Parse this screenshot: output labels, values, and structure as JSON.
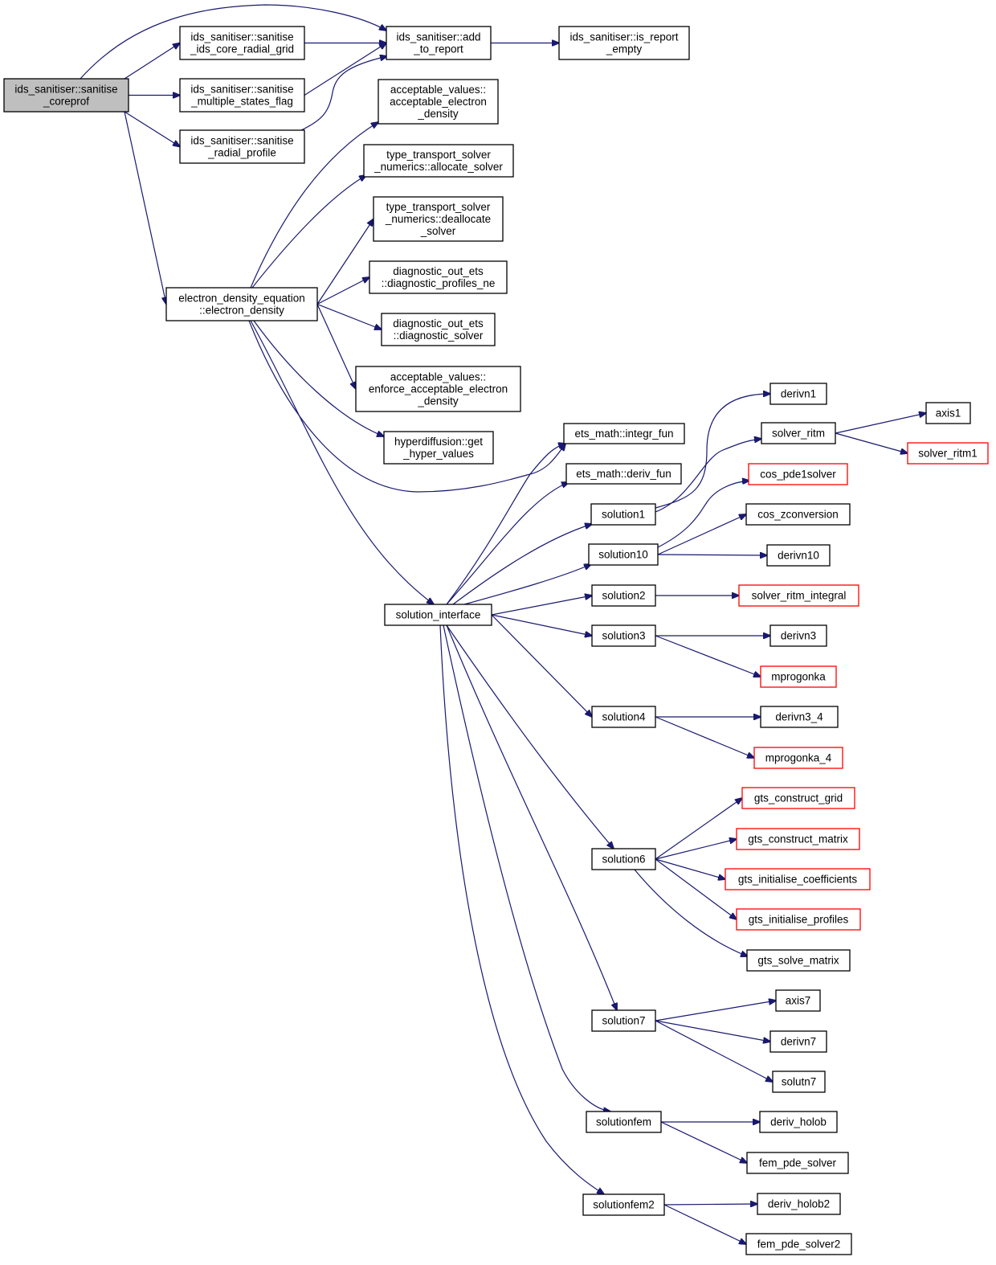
{
  "colors": {
    "edge": "#191970",
    "root_fill": "#bfbfbf",
    "external_border": "#ff0000",
    "node_border": "#000000"
  },
  "nodes": {
    "root": {
      "lines": [
        "ids_sanitiser::sanitise",
        "_coreprof"
      ]
    },
    "n_grid": {
      "lines": [
        "ids_sanitiser::sanitise",
        "_ids_core_radial_grid"
      ]
    },
    "n_multi": {
      "lines": [
        "ids_sanitiser::sanitise",
        "_multiple_states_flag"
      ]
    },
    "n_radprof": {
      "lines": [
        "ids_sanitiser::sanitise",
        "_radial_profile"
      ]
    },
    "n_add": {
      "lines": [
        "ids_sanitiser::add",
        "_to_report"
      ]
    },
    "n_empty": {
      "lines": [
        "ids_sanitiser::is_report",
        "_empty"
      ]
    },
    "n_accdens": {
      "lines": [
        "acceptable_values::",
        "acceptable_electron",
        "_density"
      ]
    },
    "n_alloc": {
      "lines": [
        "type_transport_solver",
        "_numerics::allocate_solver"
      ]
    },
    "n_dealloc": {
      "lines": [
        "type_transport_solver",
        "_numerics::deallocate",
        "_solver"
      ]
    },
    "n_diagprof": {
      "lines": [
        "diagnostic_out_ets",
        "::diagnostic_profiles_ne"
      ]
    },
    "n_diagsolv": {
      "lines": [
        "diagnostic_out_ets",
        "::diagnostic_solver"
      ]
    },
    "n_enforce": {
      "lines": [
        "acceptable_values::",
        "enforce_acceptable_electron",
        "_density"
      ]
    },
    "n_hyper": {
      "lines": [
        "hyperdiffusion::get",
        "_hyper_values"
      ]
    },
    "n_eldens": {
      "lines": [
        "electron_density_equation",
        "::electron_density"
      ]
    },
    "n_integr": {
      "lines": [
        "ets_math::integr_fun"
      ]
    },
    "n_derivfun": {
      "lines": [
        "ets_math::deriv_fun"
      ]
    },
    "n_solint": {
      "lines": [
        "solution_interface"
      ]
    },
    "n_sol1": {
      "lines": [
        "solution1"
      ]
    },
    "n_sol10": {
      "lines": [
        "solution10"
      ]
    },
    "n_sol2": {
      "lines": [
        "solution2"
      ]
    },
    "n_sol3": {
      "lines": [
        "solution3"
      ]
    },
    "n_sol4": {
      "lines": [
        "solution4"
      ]
    },
    "n_sol6": {
      "lines": [
        "solution6"
      ]
    },
    "n_sol7": {
      "lines": [
        "solution7"
      ]
    },
    "n_solfem": {
      "lines": [
        "solutionfem"
      ]
    },
    "n_solfem2": {
      "lines": [
        "solutionfem2"
      ]
    },
    "n_derivn1": {
      "lines": [
        "derivn1"
      ]
    },
    "n_ritm": {
      "lines": [
        "solver_ritm"
      ]
    },
    "n_axis1": {
      "lines": [
        "axis1"
      ]
    },
    "n_ritm1": {
      "lines": [
        "solver_ritm1"
      ]
    },
    "n_cospde": {
      "lines": [
        "cos_pde1solver"
      ]
    },
    "n_cosz": {
      "lines": [
        "cos_zconversion"
      ]
    },
    "n_derivn10": {
      "lines": [
        "derivn10"
      ]
    },
    "n_ritmint": {
      "lines": [
        "solver_ritm_integral"
      ]
    },
    "n_derivn3": {
      "lines": [
        "derivn3"
      ]
    },
    "n_mprog": {
      "lines": [
        "mprogonka"
      ]
    },
    "n_derivn34": {
      "lines": [
        "derivn3_4"
      ]
    },
    "n_mprog4": {
      "lines": [
        "mprogonka_4"
      ]
    },
    "n_gtsgrid": {
      "lines": [
        "gts_construct_grid"
      ]
    },
    "n_gtsmat": {
      "lines": [
        "gts_construct_matrix"
      ]
    },
    "n_gtscoef": {
      "lines": [
        "gts_initialise_coefficients"
      ]
    },
    "n_gtsprof": {
      "lines": [
        "gts_initialise_profiles"
      ]
    },
    "n_gtssolve": {
      "lines": [
        "gts_solve_matrix"
      ]
    },
    "n_axis7": {
      "lines": [
        "axis7"
      ]
    },
    "n_derivn7": {
      "lines": [
        "derivn7"
      ]
    },
    "n_solutn7": {
      "lines": [
        "solutn7"
      ]
    },
    "n_holob": {
      "lines": [
        "deriv_holob"
      ]
    },
    "n_fem": {
      "lines": [
        "fem_pde_solver"
      ]
    },
    "n_holob2": {
      "lines": [
        "deriv_holob2"
      ]
    },
    "n_fem2": {
      "lines": [
        "fem_pde_solver2"
      ]
    }
  },
  "edges": [
    [
      "root",
      "n_add"
    ],
    [
      "root",
      "n_grid"
    ],
    [
      "root",
      "n_multi"
    ],
    [
      "root",
      "n_radprof"
    ],
    [
      "root",
      "n_eldens"
    ],
    [
      "n_grid",
      "n_add"
    ],
    [
      "n_multi",
      "n_add"
    ],
    [
      "n_radprof",
      "n_add"
    ],
    [
      "n_add",
      "n_empty"
    ],
    [
      "n_eldens",
      "n_accdens"
    ],
    [
      "n_eldens",
      "n_alloc"
    ],
    [
      "n_eldens",
      "n_dealloc"
    ],
    [
      "n_eldens",
      "n_diagprof"
    ],
    [
      "n_eldens",
      "n_diagsolv"
    ],
    [
      "n_eldens",
      "n_enforce"
    ],
    [
      "n_eldens",
      "n_hyper"
    ],
    [
      "n_eldens",
      "n_integr"
    ],
    [
      "n_eldens",
      "n_solint"
    ],
    [
      "n_solint",
      "n_integr"
    ],
    [
      "n_solint",
      "n_derivfun"
    ],
    [
      "n_solint",
      "n_sol1"
    ],
    [
      "n_solint",
      "n_sol10"
    ],
    [
      "n_solint",
      "n_sol2"
    ],
    [
      "n_solint",
      "n_sol3"
    ],
    [
      "n_solint",
      "n_sol4"
    ],
    [
      "n_solint",
      "n_sol6"
    ],
    [
      "n_solint",
      "n_sol7"
    ],
    [
      "n_solint",
      "n_solfem"
    ],
    [
      "n_solint",
      "n_solfem2"
    ],
    [
      "n_sol1",
      "n_derivn1"
    ],
    [
      "n_sol1",
      "n_ritm"
    ],
    [
      "n_ritm",
      "n_axis1"
    ],
    [
      "n_ritm",
      "n_ritm1"
    ],
    [
      "n_sol10",
      "n_cospde"
    ],
    [
      "n_sol10",
      "n_cosz"
    ],
    [
      "n_sol10",
      "n_derivn10"
    ],
    [
      "n_sol2",
      "n_ritmint"
    ],
    [
      "n_sol3",
      "n_derivn3"
    ],
    [
      "n_sol3",
      "n_mprog"
    ],
    [
      "n_sol4",
      "n_derivn34"
    ],
    [
      "n_sol4",
      "n_mprog4"
    ],
    [
      "n_sol6",
      "n_gtsgrid"
    ],
    [
      "n_sol6",
      "n_gtsmat"
    ],
    [
      "n_sol6",
      "n_gtscoef"
    ],
    [
      "n_sol6",
      "n_gtsprof"
    ],
    [
      "n_sol6",
      "n_gtssolve"
    ],
    [
      "n_sol7",
      "n_axis7"
    ],
    [
      "n_sol7",
      "n_derivn7"
    ],
    [
      "n_sol7",
      "n_solutn7"
    ],
    [
      "n_solfem",
      "n_holob"
    ],
    [
      "n_solfem",
      "n_fem"
    ],
    [
      "n_solfem2",
      "n_holob2"
    ],
    [
      "n_solfem2",
      "n_fem2"
    ]
  ]
}
